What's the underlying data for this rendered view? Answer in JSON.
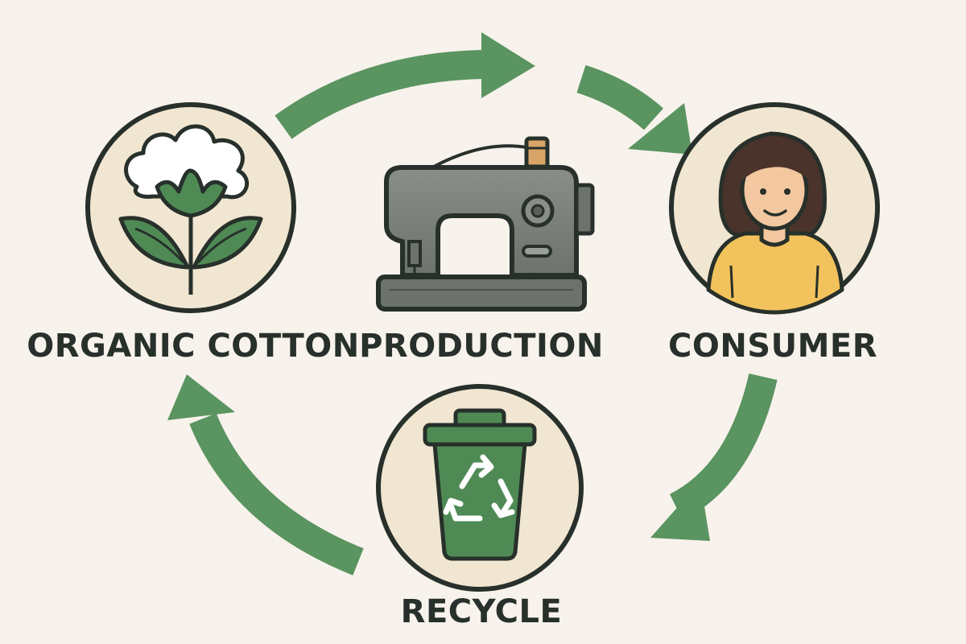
{
  "nodes": {
    "organic_cotton": {
      "label": "ORGANIC COTTON",
      "icon": "cotton-plant-icon"
    },
    "production": {
      "label": "PRODUCTION",
      "icon": "sewing-machine-icon"
    },
    "consumer": {
      "label": "CONSUMER",
      "icon": "person-icon"
    },
    "recycle": {
      "label": "RECYCLE",
      "icon": "recycle-bin-icon"
    }
  },
  "flow": [
    "organic_cotton",
    "production",
    "consumer",
    "recycle",
    "organic_cotton"
  ],
  "colors": {
    "background": "#f8f2ec",
    "arrow": "#5a9460",
    "circle_fill": "#f1e6d1",
    "outline": "#27302a",
    "leaf": "#4f8a55",
    "machine": "#7b7f7b",
    "shirt": "#f2c25c",
    "skin": "#f3c7a0",
    "hair": "#4a332a",
    "bin": "#4f8a55"
  }
}
